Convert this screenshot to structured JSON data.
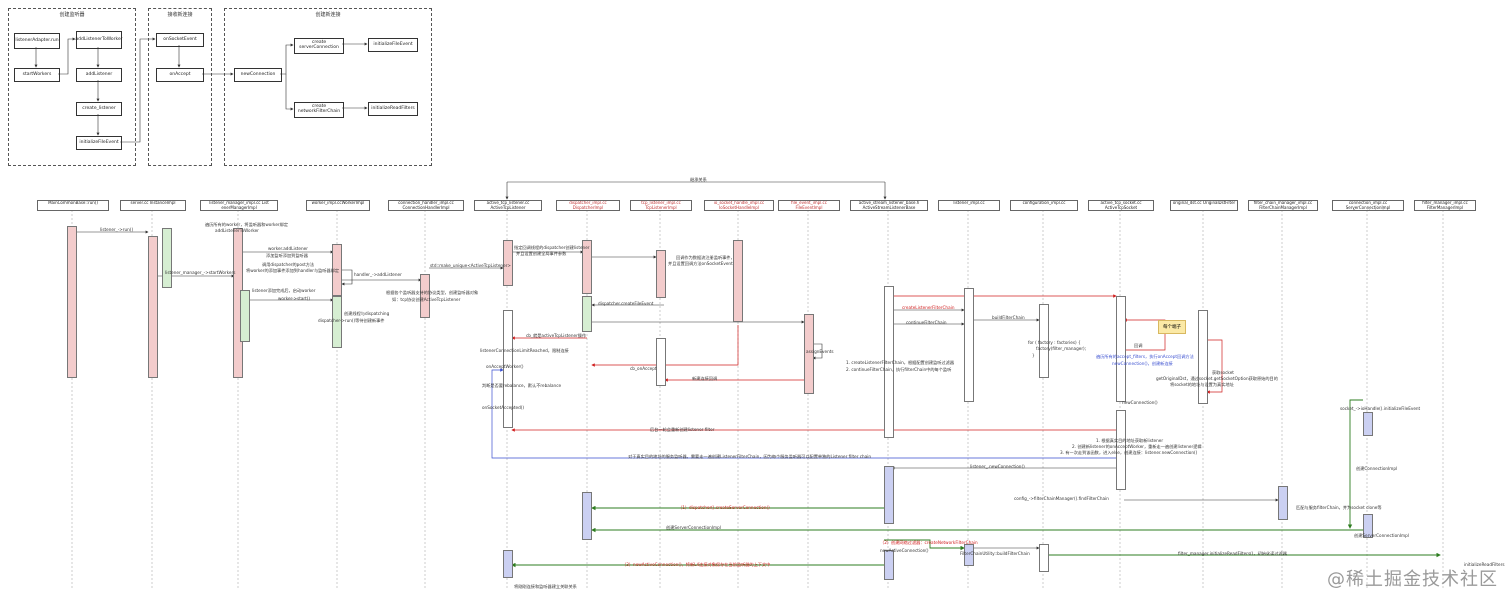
{
  "groups": [
    {
      "title": "创建监听器"
    },
    {
      "title": "接收新连接"
    },
    {
      "title": "创建新连接"
    }
  ],
  "flow_boxes": [
    "listenerAdapter.run",
    "addListenerToWorker",
    "startWorkers",
    "addListener",
    "create_listener",
    "initializeFileEvent",
    "onSocketEvent",
    "onAccept",
    "newConnection",
    "create serverConnection",
    "initializeFileEvent",
    "create networkFilterChain",
    "initializeReadFilters"
  ],
  "top_label": "继承关系",
  "participants": [
    {
      "name": "MainCommonBase::run()",
      "red": false
    },
    {
      "name": "server.cc InstanceImpl",
      "red": false
    },
    {
      "name": "listener_manager_impl.cc List enerManagerImpl",
      "red": false
    },
    {
      "name": "worker_impl.ccWorkerImpl",
      "red": false
    },
    {
      "name": "connection_handler_impl.cc ConnectionHandlerImpl",
      "red": false
    },
    {
      "name": "active_tcp_listener.cc ActiveTcpListener",
      "red": false
    },
    {
      "name": "dispatcher_impl.cc DispatcherImpl",
      "red": true
    },
    {
      "name": "tcp_listener_impl.cc TcpListenerImpl",
      "red": true
    },
    {
      "name": "io_socket_handle_impl.cc IoSocketHandleImpl",
      "red": true
    },
    {
      "name": "file_event_impl.cc FileEventImpl",
      "red": true
    },
    {
      "name": "active_stream_listener_base.h ActiveStreamListenerBase",
      "red": false
    },
    {
      "name": "listener_impl.cc",
      "red": false
    },
    {
      "name": "configuration_impl.cc",
      "red": false
    },
    {
      "name": "active_tcp_socket.cc ActiveTcpSocket",
      "red": false
    },
    {
      "name": "original_dst.cc OriginalDstFilter",
      "red": false
    },
    {
      "name": "filter_chain_manager_impl.cc FilterChainManagerImpl",
      "red": false
    },
    {
      "name": "connection_impl.cc ServerConnectionImpl ConnectionImpl",
      "red": false
    },
    {
      "name": "filter_manager_impl.cc FilterManagerImpl",
      "red": false
    }
  ],
  "messages": [
    "listener_->run()",
    "遍历所有的worker，将监听器和worker绑定",
    "addListenerToWorker",
    "listener_manager_->startWorkers",
    "worker.addListener",
    "添加监听添加到监听器",
    "调用dispatcher的post方法",
    "将worker的添加事件添加到handler与监听器绑定",
    "handler_->addListener",
    "listener添加完成后，启动worker",
    "worker->start()",
    "创建线程与dispatching",
    "dispatcher->run()等待创建新事件",
    "std::make_unique<ActiveTcpListener>",
    "根据各个监听器支持的协议类型，创建监听器对象",
    "如：tcp协议创建ActiveTcpListener",
    "指定回调线程的dispatcher创建listener",
    "并且设置创建全局事件参数",
    "回调作为数据流注册监听事件，",
    "并且设置回调方法onSocketEvent",
    "dispatcher.createFileEvent",
    "cb_就是activeTcpListener操作",
    "listenerConnectionLimitReached，限制连接",
    "onAcceptWorker()",
    "cb_onAccept",
    "判断是否要rebalance，默认不rebalance",
    "新建连接回调",
    "onSocketAccepted()",
    "assignEvents",
    "1. createListenerFilterChain，根据配置创建监听过滤器",
    "2. continueFilterChain，执行filterChain中的每个监听",
    "createListenerFilterChain",
    "continueFilterChain",
    "buildFilterChain",
    "for ( factory : factories) {",
    "factory(filter_manager);",
    "}",
    "遍历所有的accept_filters，执行onAccept回调方法",
    "newConnection()，创建新连接",
    "回调",
    "获取socket",
    "getOriginalDst，通过socket.getSocketOption获取原始的目的",
    "将socket的地址与设置为真实地址",
    "newConnection()",
    "1. 根据真实目的地址获取新listener",
    "2. 创建新listener的onAcceptWorker，重新走一遍创建listener逻辑",
    "3. 有一次走到该函数，进入else，创建连接：listener.newConnection()",
    "后台一轮会重新创建listener filter",
    "对于真实目的地址的服务监听器，需要走一遍创建ListenerFilterChain，因为每个服务监听器可以配置单独的Listener filter chain",
    "listener_.newConnection()",
    "config_->filterChainManager().findFilterChain",
    "匹配与服务filterChain，并为socket clone等",
    "（1）dispatcher().createServerConnection()",
    "创建ServerConnectionImpl",
    "socket_->ioHandle().initializeFileEvent",
    "创建ConnectionImpl",
    "创建ServerConnectionImpl",
    "（2）创建网络过滤器：createNetworkFilterChain",
    "newActiveConnection()",
    "FilterChainUtility::buildFilterChain",
    "filter_manager.initializeReadFilters()，初始化读过滤器",
    "（3）newActiveConnection()，将新L4连接对象保存在当前监听器的上下文中",
    "将刚刚连接和监听器建立关联关系",
    "initializeReadFilters"
  ],
  "note": "每个端子",
  "watermark": "@稀土掘金技术社区"
}
